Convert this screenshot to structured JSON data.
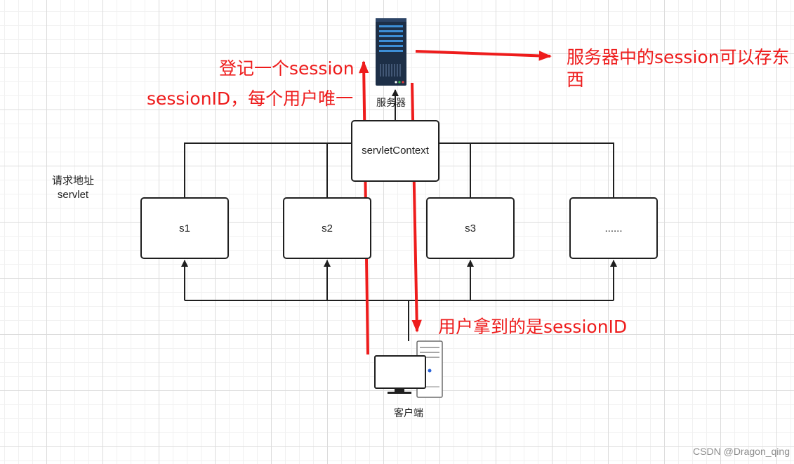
{
  "nodes": {
    "servlet_context": "servletContext",
    "s1": "s1",
    "s2": "s2",
    "s3": "s3",
    "more": "......"
  },
  "labels": {
    "server": "服务器",
    "client": "客户端",
    "request_line1": "请求地址",
    "request_line2": "servlet"
  },
  "annotations": {
    "register_session": "登记一个session",
    "session_id_unique": "sessionID，每个用户唯一",
    "server_stores_line1": "服务器中的session可以存东",
    "server_stores_line2": "西",
    "user_gets_session_id": "用户拿到的是sessionID"
  },
  "watermark": "CSDN @Dragon_qing",
  "colors": {
    "annotation": "#ee1c1c",
    "line": "#1f1f1f",
    "server_body": "#1d2f47",
    "server_accent": "#3d8ed6",
    "client_accent": "#2962d9"
  },
  "icons": [
    "server-rack-icon",
    "desktop-computer-icon"
  ]
}
